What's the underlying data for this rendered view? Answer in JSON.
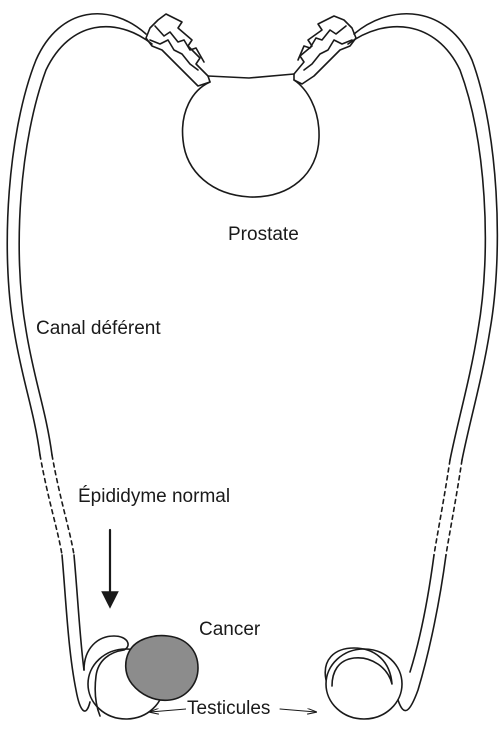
{
  "diagram": {
    "labels": {
      "prostate": "Prostate",
      "canal": "Canal déférent",
      "epididyme": "Épididyme normal",
      "cancer": "Cancer",
      "testicules": "Testicules"
    },
    "colors": {
      "line": "#1a1a1a",
      "tumor_fill": "#8c8c8c",
      "background": "#ffffff"
    }
  }
}
